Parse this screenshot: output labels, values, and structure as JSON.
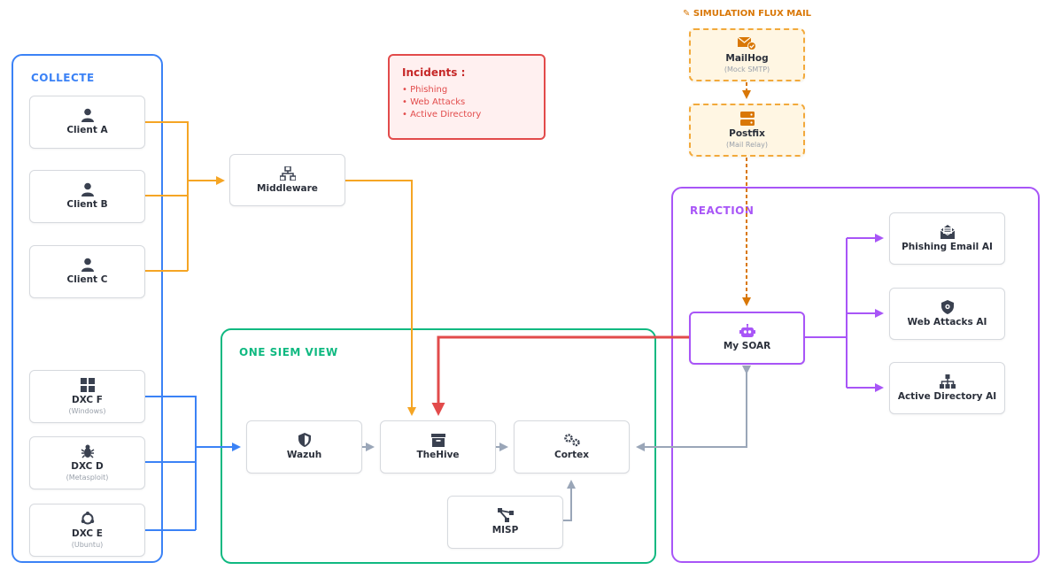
{
  "groups": {
    "collecte": "COLLECTE",
    "siem": "ONE SIEM VIEW",
    "reaction": "REACTION"
  },
  "simulation_title": "SIMULATION FLUX MAIL",
  "incidents": {
    "title": "Incidents :",
    "items": [
      "• Phishing",
      "• Web Attacks",
      "• Active Directory"
    ]
  },
  "nodes": {
    "client_a": {
      "label": "Client A",
      "icon": "user-icon"
    },
    "client_b": {
      "label": "Client B",
      "icon": "user-icon"
    },
    "client_c": {
      "label": "Client C",
      "icon": "user-icon"
    },
    "middleware": {
      "label": "Middleware",
      "icon": "network-icon"
    },
    "dxc_f": {
      "label": "DXC F",
      "sub": "(Windows)",
      "icon": "windows-icon"
    },
    "dxc_d": {
      "label": "DXC D",
      "sub": "(Metasploit)",
      "icon": "bug-icon"
    },
    "dxc_e": {
      "label": "DXC E",
      "sub": "(Ubuntu)",
      "icon": "ubuntu-icon"
    },
    "wazuh": {
      "label": "Wazuh",
      "icon": "shield-icon"
    },
    "thehive": {
      "label": "TheHive",
      "icon": "archive-icon"
    },
    "cortex": {
      "label": "Cortex",
      "icon": "gears-icon"
    },
    "misp": {
      "label": "MISP",
      "icon": "share-nodes-icon"
    },
    "mailhog": {
      "label": "MailHog",
      "sub": "(Mock SMTP)",
      "icon": "envelope-check-icon"
    },
    "postfix": {
      "label": "Postfix",
      "sub": "(Mail Relay)",
      "icon": "server-icon"
    },
    "mysoar": {
      "label": "My SOAR",
      "icon": "robot-icon"
    },
    "phishing_ai": {
      "label": "Phishing Email AI",
      "icon": "envelope-open-icon"
    },
    "webattacks_ai": {
      "label": "Web Attacks AI",
      "icon": "shield-virus-icon"
    },
    "ad_ai": {
      "label": "Active Directory AI",
      "icon": "sitemap-icon"
    }
  },
  "colors": {
    "collecte": "#3b82f6",
    "siem": "#10b981",
    "reaction": "#a855f7",
    "middleware_flow": "#f5a524",
    "mail_flow": "#d97706",
    "incident": "#e24b4b",
    "gray_flow": "#9aa6b8",
    "icon": "#3a4150"
  }
}
